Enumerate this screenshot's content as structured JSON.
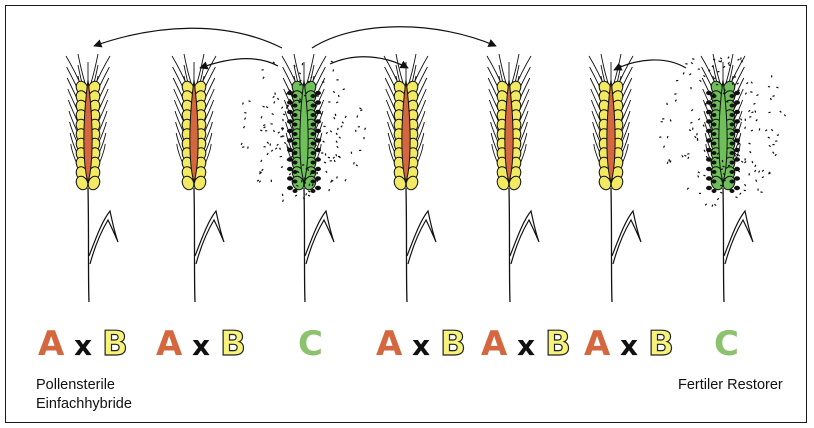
{
  "legend_letters": {
    "a": "A",
    "x": "x",
    "b": "B",
    "c": "C"
  },
  "label_left_line1": "Pollensterile",
  "label_left_line2": "Einfachhybride",
  "label_right": "Fertiler Restorer",
  "colors": {
    "a_letter": "#d4673f",
    "b_fill": "#f7f27a",
    "c_letter": "#8cc26d",
    "ear_sterile_core": "#d4673f",
    "ear_sterile_glume": "#f2ea63",
    "ear_restorer_core": "#6fbf5a",
    "line": "#111111"
  },
  "plants": [
    {
      "type": "sterile",
      "cross": "A x B"
    },
    {
      "type": "sterile",
      "cross": "A x B"
    },
    {
      "type": "restorer",
      "cross": "C"
    },
    {
      "type": "sterile",
      "cross": "A x B"
    },
    {
      "type": "sterile",
      "cross": "A x B"
    },
    {
      "type": "sterile",
      "cross": "A x B"
    },
    {
      "type": "restorer",
      "cross": "C"
    }
  ]
}
